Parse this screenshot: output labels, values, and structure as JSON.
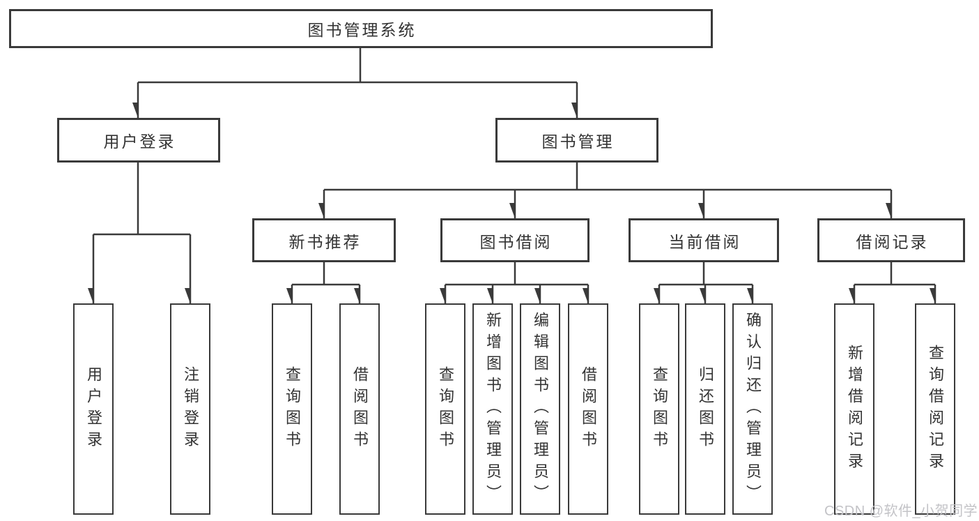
{
  "diagram": {
    "type": "hierarchy-tree",
    "root": {
      "label": "图书管理系统"
    },
    "level2": [
      {
        "id": "user-login",
        "label": "用户登录"
      },
      {
        "id": "book-management",
        "label": "图书管理"
      }
    ],
    "level3": [
      {
        "id": "new-book-recommend",
        "label": "新书推荐",
        "parent": "book-management"
      },
      {
        "id": "book-borrowing",
        "label": "图书借阅",
        "parent": "book-management"
      },
      {
        "id": "current-borrowing",
        "label": "当前借阅",
        "parent": "book-management"
      },
      {
        "id": "borrowing-records",
        "label": "借阅记录",
        "parent": "book-management"
      }
    ],
    "leaves": [
      {
        "id": "leaf-user-login",
        "label": "用户登录",
        "parent": "user-login"
      },
      {
        "id": "leaf-logout",
        "label": "注销登录",
        "parent": "user-login"
      },
      {
        "id": "leaf-query-books-1",
        "label": "查询图书",
        "parent": "new-book-recommend"
      },
      {
        "id": "leaf-borrow-books-1",
        "label": "借阅图书",
        "parent": "new-book-recommend"
      },
      {
        "id": "leaf-query-books-2",
        "label": "查询图书",
        "parent": "book-borrowing"
      },
      {
        "id": "leaf-add-books-admin",
        "label": "新增图书（管理员）",
        "parent": "book-borrowing"
      },
      {
        "id": "leaf-edit-books-admin",
        "label": "编辑图书（管理员）",
        "parent": "book-borrowing"
      },
      {
        "id": "leaf-borrow-books-2",
        "label": "借阅图书",
        "parent": "book-borrowing"
      },
      {
        "id": "leaf-query-books-3",
        "label": "查询图书",
        "parent": "current-borrowing"
      },
      {
        "id": "leaf-return-books",
        "label": "归还图书",
        "parent": "current-borrowing"
      },
      {
        "id": "leaf-confirm-return-admin",
        "label": "确认归还（管理员）",
        "parent": "current-borrowing"
      },
      {
        "id": "leaf-add-borrow-record",
        "label": "新增借阅记录",
        "parent": "borrowing-records"
      },
      {
        "id": "leaf-query-borrow-record",
        "label": "查询借阅记录",
        "parent": "borrowing-records"
      }
    ]
  },
  "watermark": {
    "text": "CSDN @软件_小贺同学"
  },
  "colors": {
    "line": "#3a3a3a",
    "text": "#333333",
    "background": "#ffffff",
    "watermark": "#c3c3c7"
  }
}
